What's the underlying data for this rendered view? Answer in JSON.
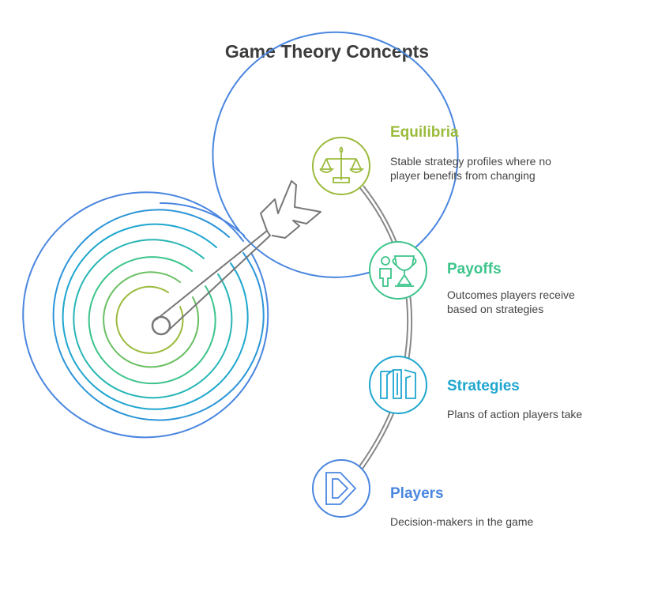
{
  "title": "Game Theory Concepts",
  "colors": {
    "equilibria": "#9bbb3c",
    "payoffs": "#3cc48a",
    "strategies": "#1ea6cf",
    "players": "#4a86df",
    "arrow": "#777777"
  },
  "items": [
    {
      "key": "equilibria",
      "title": "Equilibria",
      "desc": "Stable strategy profiles where no player benefits from changing",
      "icon": "scales-icon"
    },
    {
      "key": "payoffs",
      "title": "Payoffs",
      "desc": "Outcomes players receive based on strategies",
      "icon": "trophy-icon"
    },
    {
      "key": "strategies",
      "title": "Strategies",
      "desc": "Plans of action players take",
      "icon": "doors-icon"
    },
    {
      "key": "players",
      "title": "Players",
      "desc": "Decision-makers in the game",
      "icon": "play-arrow-icon"
    }
  ]
}
